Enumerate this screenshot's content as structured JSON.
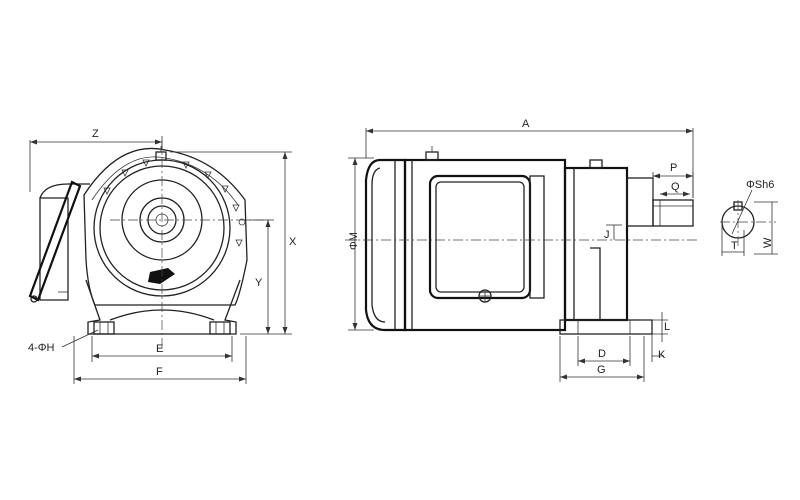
{
  "labels": {
    "Z": "Z",
    "X": "X",
    "Y": "Y",
    "E": "E",
    "F": "F",
    "H": "4-ΦH",
    "A": "A",
    "M": "ΦM",
    "J": "J",
    "P": "P",
    "Q": "Q",
    "D": "D",
    "G": "G",
    "K": "K",
    "L": "L",
    "S": "ΦSh6",
    "T": "T",
    "W": "W"
  }
}
